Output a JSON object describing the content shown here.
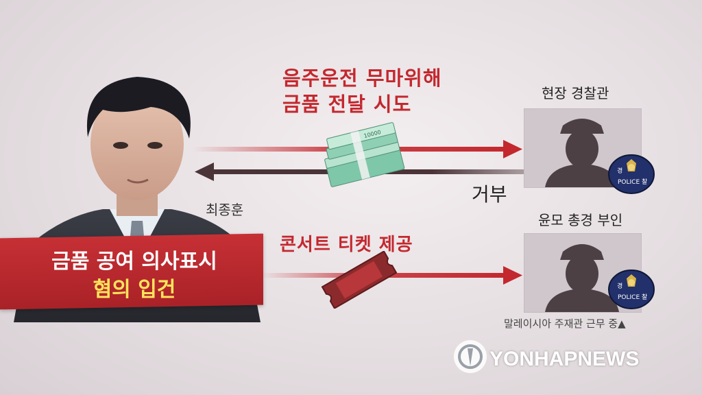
{
  "headline": {
    "line1": "음주운전 무마위해",
    "line2": "금품 전달 시도"
  },
  "concert_label": "콘서트 티켓 제공",
  "person": {
    "name": "최종훈"
  },
  "refusal_label": "거부",
  "officer": {
    "label": "현장 경찰관",
    "badge_top": "경",
    "badge_right": "찰",
    "badge_text": "POLICE"
  },
  "wife": {
    "label": "윤모 총경 부인",
    "badge_top": "경",
    "badge_right": "찰",
    "badge_text": "POLICE",
    "note": "말레이시아 주재관 근무 중▲"
  },
  "banner": {
    "line1": "금품 공여 의사표시",
    "line2": "혐의 입건"
  },
  "banknote_text": "10000",
  "logo": {
    "text": "YONHAPNEWS"
  },
  "colors": {
    "accent_red": "#c3282e",
    "arrow_dark": "#4a3438",
    "banner_yellow": "#ffe45c"
  }
}
